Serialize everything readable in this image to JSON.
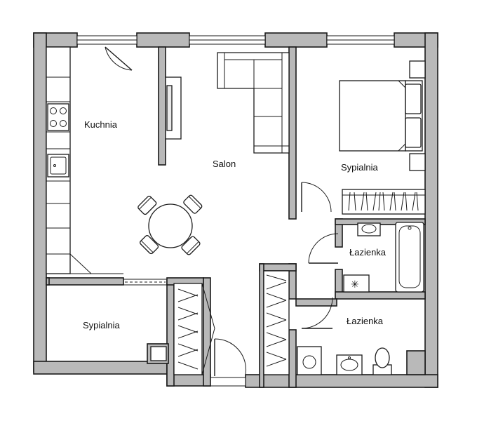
{
  "rooms": {
    "kitchen": "Kuchnia",
    "living": "Salon",
    "bedroom_right": "Sypialnia",
    "bathroom_upper": "Łazienka",
    "bathroom_lower": "Łazienka",
    "bedroom_left": "Sypialnia"
  },
  "symbols": {
    "heater": "✳"
  }
}
